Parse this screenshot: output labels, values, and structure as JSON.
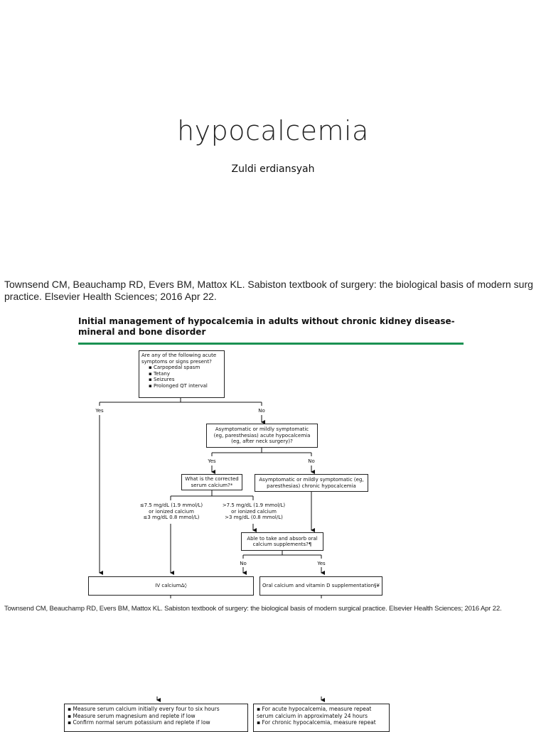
{
  "slide1": {
    "title": "hypocalcemia",
    "subtitle": "Zuldi erdiansyah"
  },
  "slide2": {
    "citation": "Townsend CM, Beauchamp RD, Evers BM, Mattox KL. Sabiston textbook of surgery: the biological basis of modern surg\npractice. Elsevier Health Sciences; 2016 Apr 22.",
    "figure_title": "Initial management of hypocalcemia in adults without chronic kidney disease-mineral and bone disorder",
    "flowchart": {
      "q1_text": "Are any of the following acute symptoms or signs present?",
      "q1_items": [
        "Carpopedal spasm",
        "Tetany",
        "Seizures",
        "Prolonged QT interval"
      ],
      "label_yes_1": "Yes",
      "label_no_1": "No",
      "q2_text": "Asymptomatic or mildly symptomatic (eg, paresthesias) acute hypocalcemia (eg, after neck surgery)?",
      "label_yes_2": "Yes",
      "label_no_2": "No",
      "q3_text": "What is the corrected serum calcium?*",
      "chronic_text": "Asymptomatic or mildly symptomatic (eg, paresthesias) chronic hypocalcemia",
      "range_low": "≤7.5 mg/dL (1.9 mmol/L)\nor ionized calcium\n≤3 mg/dL 0.8 mmol/L)",
      "range_high": ">7.5 mg/dL (1.9 mmol/L)\nor ionized calcium\n>3 mg/dL (0.8 mmol/L)",
      "q4_text": "Able to take and absorb oral calcium supplements?¶",
      "label_no_3": "No",
      "label_yes_3": "Yes",
      "iv_text": "IV calciumΔ◊",
      "oral_text": "Oral calcium and vitamin D supplementation§¥"
    },
    "citation_small": "Townsend CM, Beauchamp RD, Evers BM, Mattox KL. Sabiston textbook of surgery: the biological basis of modern surgical practice. Elsevier Health Sciences; 2016 Apr 22."
  },
  "slide3": {
    "left_items": [
      "Measure serum calcium initially every four to six hours",
      "Measure serum magnesium and replete if low",
      "Confirm normal serum potassium and replete if low"
    ],
    "right_items": [
      "For acute hypocalcemia, measure repeat serum calcium in approximately 24 hours",
      "For chronic hypocalcemia, measure repeat"
    ]
  }
}
